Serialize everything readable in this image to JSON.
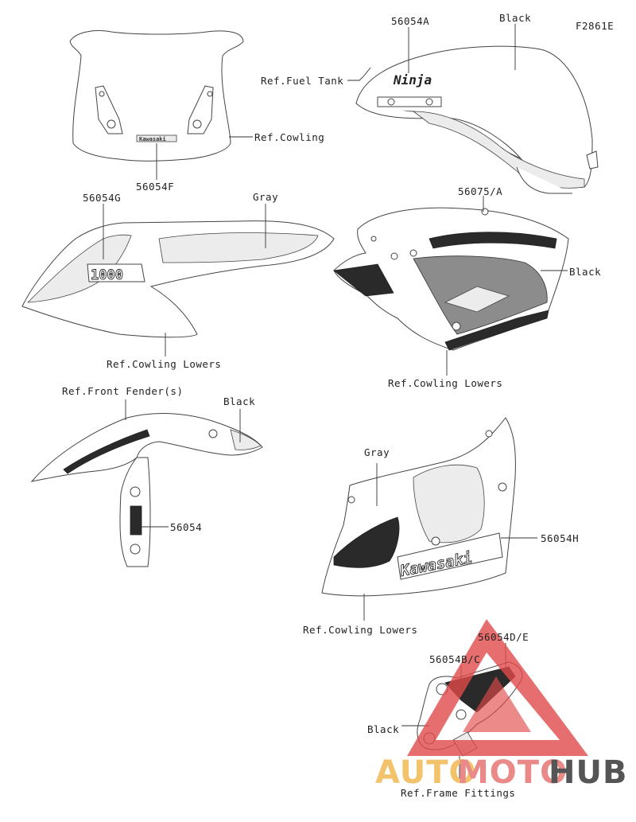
{
  "figure_code": "F2861E",
  "labels": {
    "windshield_part": "56054F",
    "ref_cowling": "Ref.Cowling",
    "tank_part": "56054A",
    "tank_color": "Black",
    "ref_fuel_tank": "Ref.Fuel Tank",
    "left_cowl_part": "56054G",
    "left_cowl_color": "Gray",
    "ref_cowling_lowers_1": "Ref.Cowling Lowers",
    "right_cowl_part": "56075/A",
    "right_cowl_color": "Black",
    "ref_cowling_lowers_2": "Ref.Cowling Lowers",
    "ref_front_fender": "Ref.Front Fender(s)",
    "fender_color": "Black",
    "fender_part": "56054",
    "lower_cowl_color": "Gray",
    "lower_cowl_part": "56054H",
    "ref_cowling_lowers_3": "Ref.Cowling Lowers",
    "frame_part_de": "56054D/E",
    "frame_part_bc": "56054B/C",
    "frame_color": "Black",
    "ref_frame_fittings": "Ref.Frame Fittings"
  },
  "decals": {
    "ninja_script": "Ninja",
    "kawasaki_small": "Kawasaki",
    "model_number": "1000",
    "kawasaki_large": "Kawasaki"
  },
  "watermark": {
    "word_auto": "AUTO",
    "word_moto": "MOTO",
    "word_hub": "HUB",
    "color_auto": "#f2c36a",
    "color_moto": "#e98a88",
    "color_hub": "#555555",
    "triangle_color": "#e24a4a"
  }
}
